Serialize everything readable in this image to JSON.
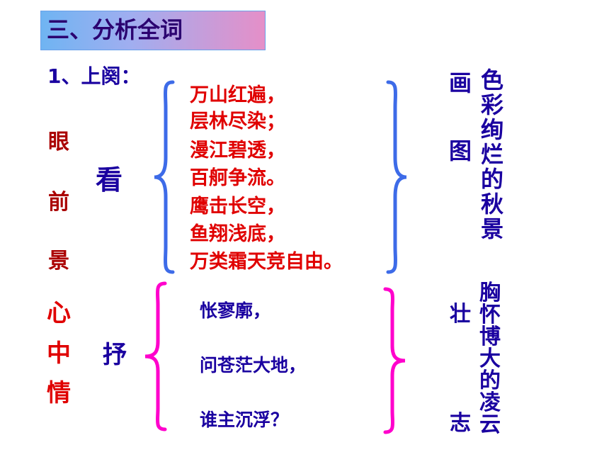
{
  "title": "三、分析全词",
  "section": "1、上阕：",
  "left_top": [
    "眼",
    "前",
    "景"
  ],
  "left_bottom": [
    "心",
    "中",
    "情"
  ],
  "verb_look": "看",
  "verb_express": "抒",
  "scene_lines": [
    "万山红遍，",
    "层林尽染；",
    "漫江碧透，",
    "百舸争流。",
    "鹰击长空，",
    "鱼翔浅底，",
    "万类霜天竞自由。"
  ],
  "emotion_lines": [
    "怅寥廓，",
    "问苍茫大地，",
    "谁主沉浮？"
  ],
  "right_top_left": [
    "画",
    "图"
  ],
  "right_top_right": "色彩绚烂的秋景",
  "right_bottom_left": [
    "壮",
    "志"
  ],
  "right_bottom_right": "胸怀博大的凌云",
  "colors": {
    "title_text": "#2b0070",
    "blue_text": "#1a00a0",
    "red_text": "#e00000",
    "dark_red": "#aa0000",
    "brace_blue": "#3d6be8",
    "brace_magenta": "#ff00cc"
  }
}
